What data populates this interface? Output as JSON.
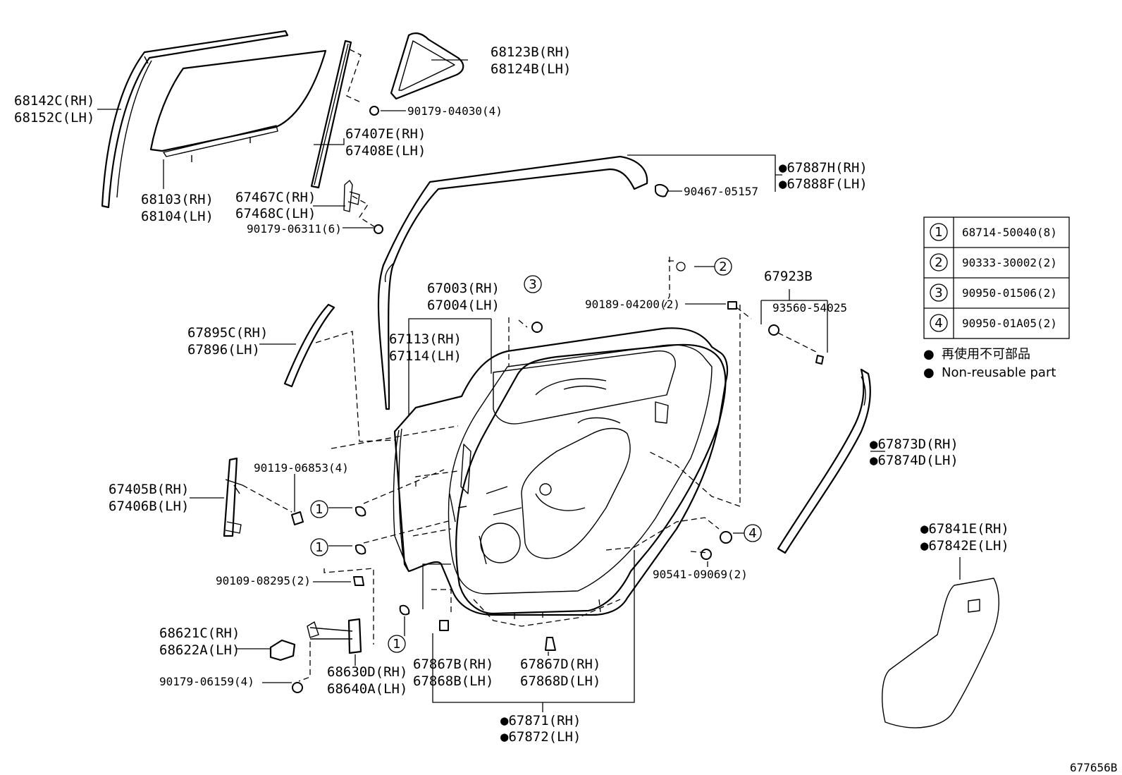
{
  "figure_code": "677656B",
  "labels": {
    "p68142": [
      "68142C(RH)",
      "68152C(LH)"
    ],
    "p68103": [
      "68103(RH)",
      "68104(LH)"
    ],
    "p67407": [
      "67407E(RH)",
      "67408E(LH)"
    ],
    "p68123": [
      "68123B(RH)",
      "68124B(LH)"
    ],
    "p90179_04030": "90179-04030(4)",
    "p67467": [
      "67467C(RH)",
      "67468C(LH)"
    ],
    "p90179_06311": "90179-06311(6)",
    "p67887": [
      "●67887H(RH)",
      "●67888F(LH)"
    ],
    "p90467": "90467-05157",
    "p67003": [
      "67003(RH)",
      "67004(LH)"
    ],
    "p67113": [
      "67113(RH)",
      "67114(LH)"
    ],
    "p67895": [
      "67895C(RH)",
      "67896(LH)"
    ],
    "p90189": "90189-04200(2)",
    "p67923": "67923B",
    "p93560": "93560-54025",
    "p67873": [
      "●67873D(RH)",
      "●67874D(LH)"
    ],
    "p90119": "90119-06853(4)",
    "p67405": [
      "67405B(RH)",
      "67406B(LH)"
    ],
    "p90541": "90541-09069(2)",
    "p67841": [
      "●67841E(RH)",
      "●67842E(LH)"
    ],
    "p90109": "90109-08295(2)",
    "p68621": [
      "68621C(RH)",
      "68622A(LH)"
    ],
    "p68630": [
      "68630D(RH)",
      "68640A(LH)"
    ],
    "p67867B": [
      "67867B(RH)",
      "67868B(LH)"
    ],
    "p67867D": [
      "67867D(RH)",
      "67868D(LH)"
    ],
    "p90179_06159": "90179-06159(4)",
    "p67871": [
      "●67871(RH)",
      "●67872(LH)"
    ]
  },
  "callouts": [
    "1",
    "1",
    "1",
    "2",
    "3",
    "4"
  ],
  "parts_table": [
    {
      "ref": "1",
      "part": "68714-50040(8)"
    },
    {
      "ref": "2",
      "part": "90333-30002(2)"
    },
    {
      "ref": "3",
      "part": "90950-01506(2)"
    },
    {
      "ref": "4",
      "part": "90950-01A05(2)"
    }
  ],
  "legend": {
    "bullet": "●",
    "line1": "再使用不可部品",
    "line2": "Non-reusable part"
  }
}
